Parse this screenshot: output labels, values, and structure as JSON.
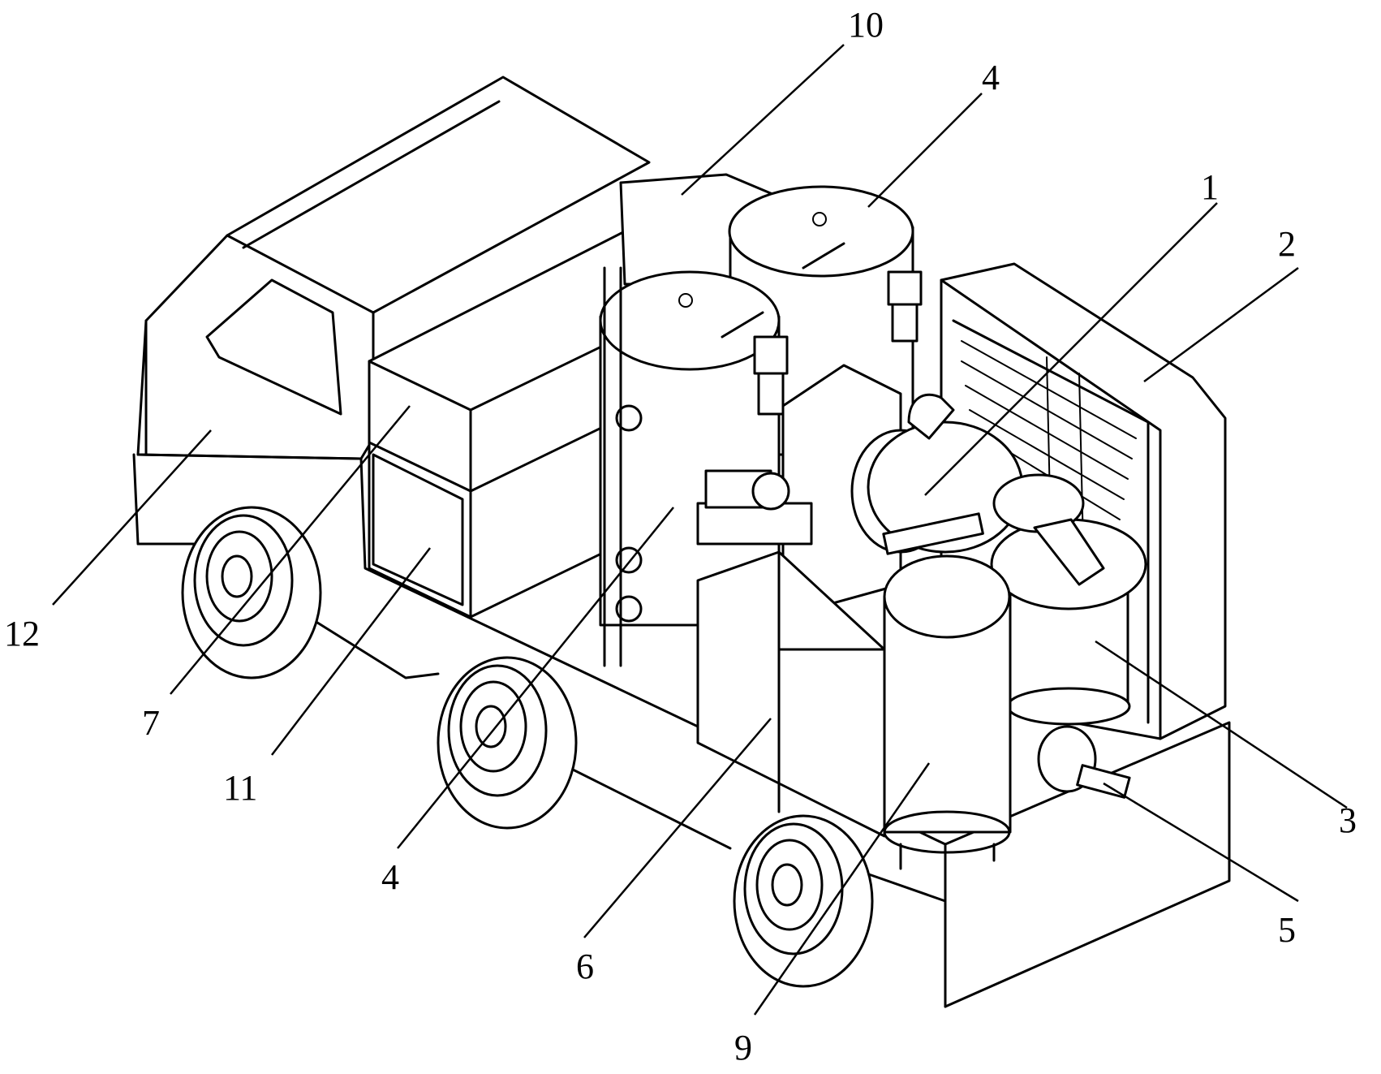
{
  "diagram": {
    "callouts": [
      {
        "id": "label-10",
        "text": "10"
      },
      {
        "id": "label-4-top",
        "text": "4"
      },
      {
        "id": "label-1",
        "text": "1"
      },
      {
        "id": "label-2",
        "text": "2"
      },
      {
        "id": "label-12",
        "text": "12"
      },
      {
        "id": "label-7",
        "text": "7"
      },
      {
        "id": "label-11",
        "text": "11"
      },
      {
        "id": "label-4-bottom",
        "text": "4"
      },
      {
        "id": "label-6",
        "text": "6"
      },
      {
        "id": "label-9",
        "text": "9"
      },
      {
        "id": "label-5",
        "text": "5"
      },
      {
        "id": "label-3",
        "text": "3"
      }
    ]
  }
}
